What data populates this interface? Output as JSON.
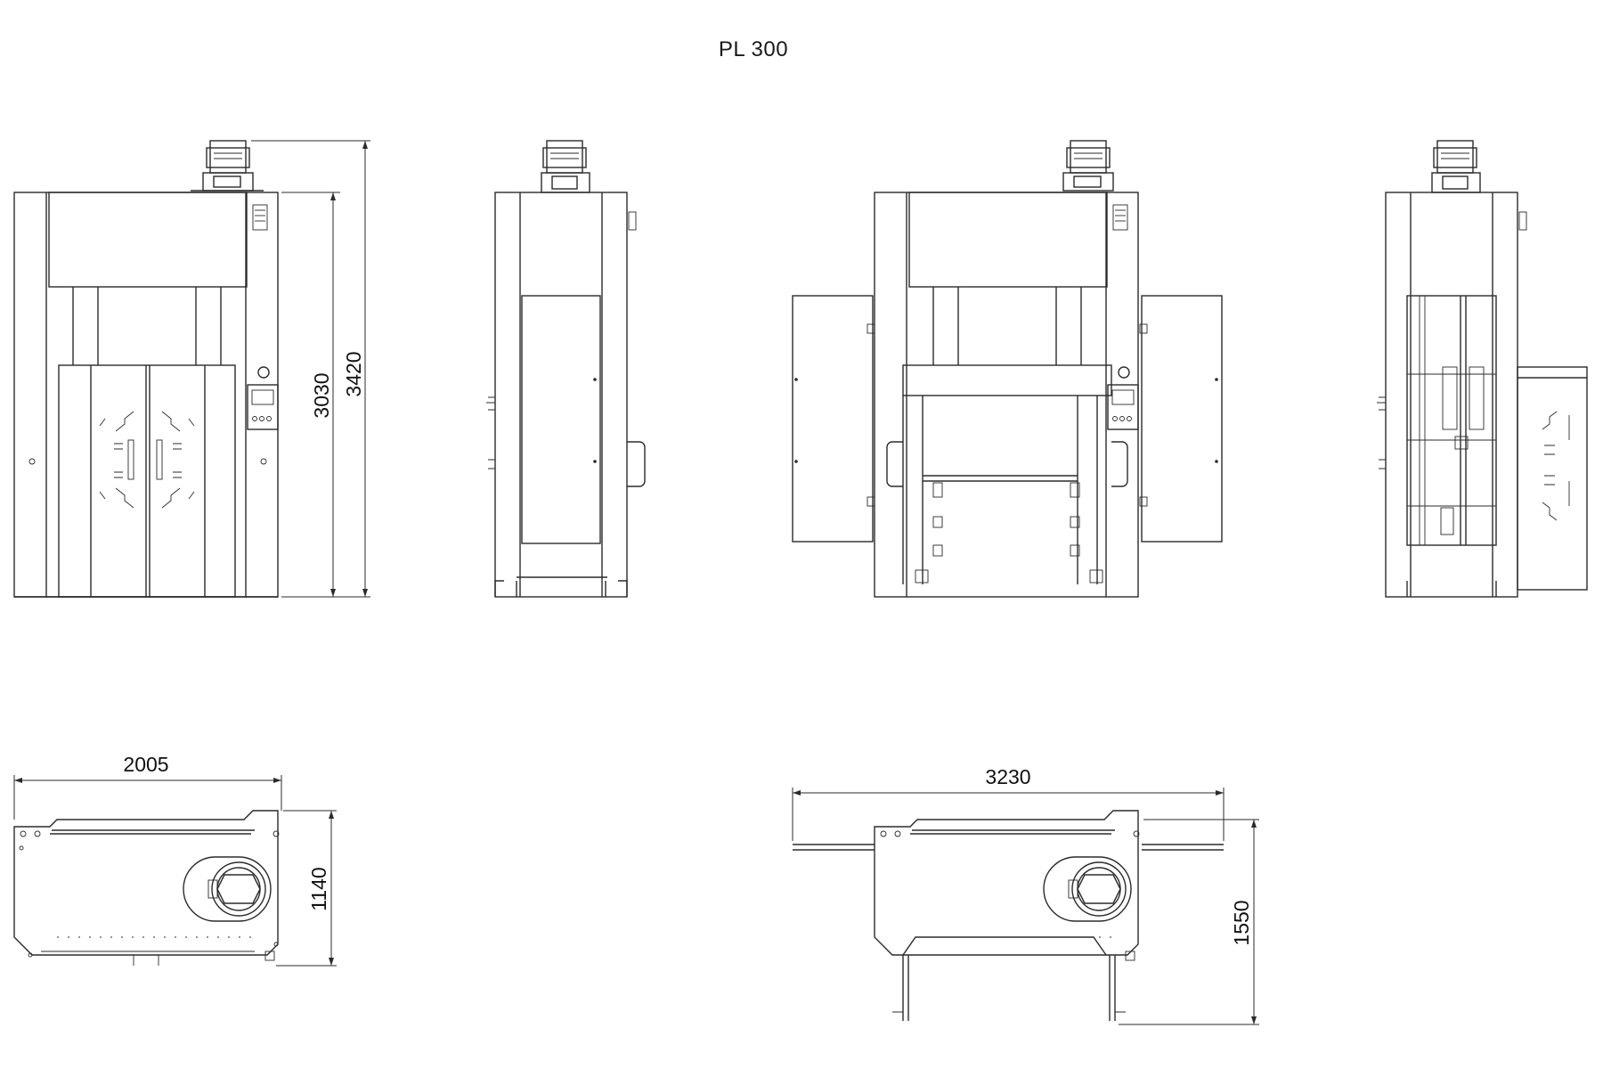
{
  "title": "PL 300",
  "dimensions": {
    "front_height_body": "3030",
    "front_height_total": "3420",
    "top_width": "2005",
    "top_depth": "1140",
    "open_width": "3230",
    "open_depth": "1550"
  },
  "colors": {
    "line": "#2b2b2b",
    "background": "#ffffff"
  }
}
